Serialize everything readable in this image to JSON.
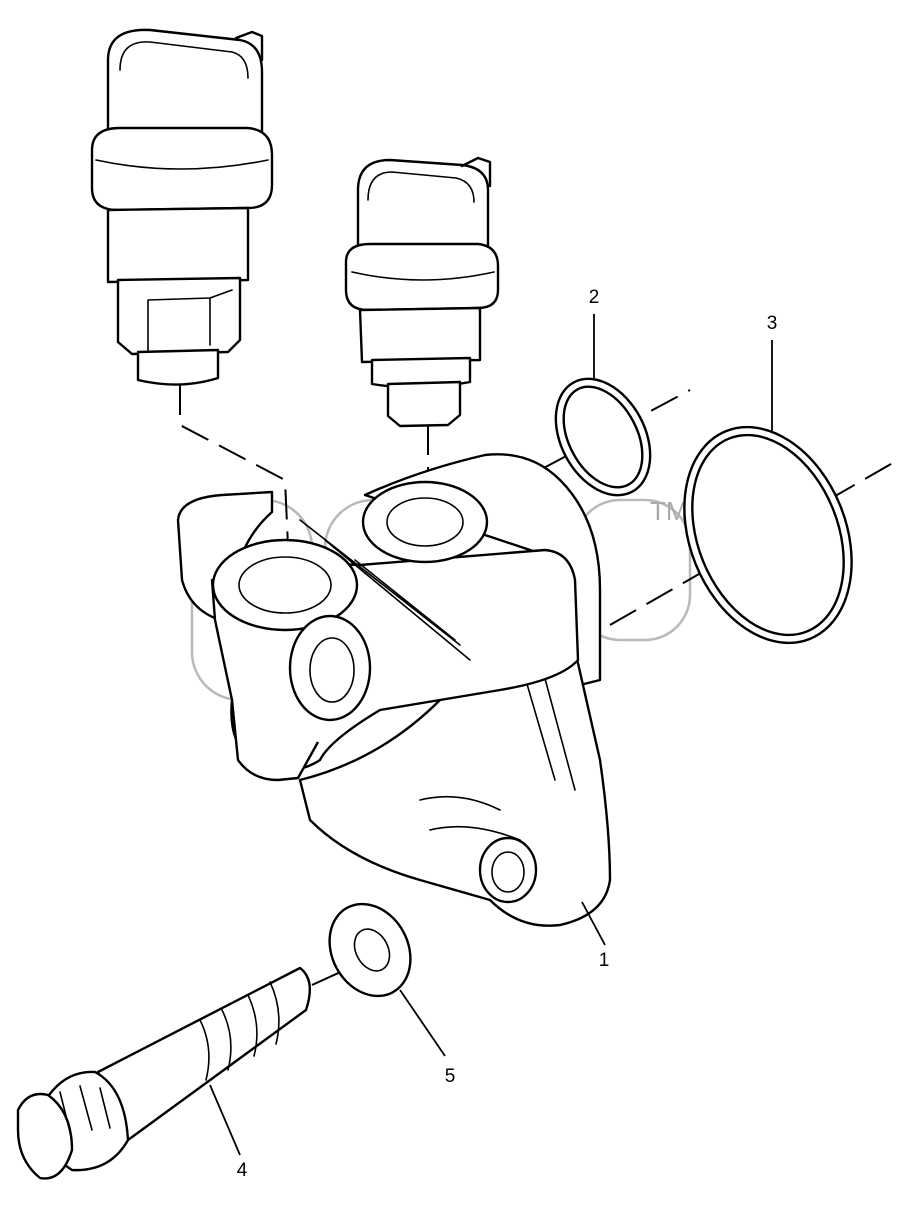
{
  "diagram": {
    "callouts": [
      {
        "id": "1",
        "label": "1"
      },
      {
        "id": "2",
        "label": "2"
      },
      {
        "id": "3",
        "label": "3"
      },
      {
        "id": "4",
        "label": "4"
      },
      {
        "id": "5",
        "label": "5"
      }
    ],
    "watermark": {
      "text": "TM"
    },
    "colors": {
      "line": "#000000",
      "background": "#ffffff",
      "watermark": "#b9b9b9"
    }
  }
}
